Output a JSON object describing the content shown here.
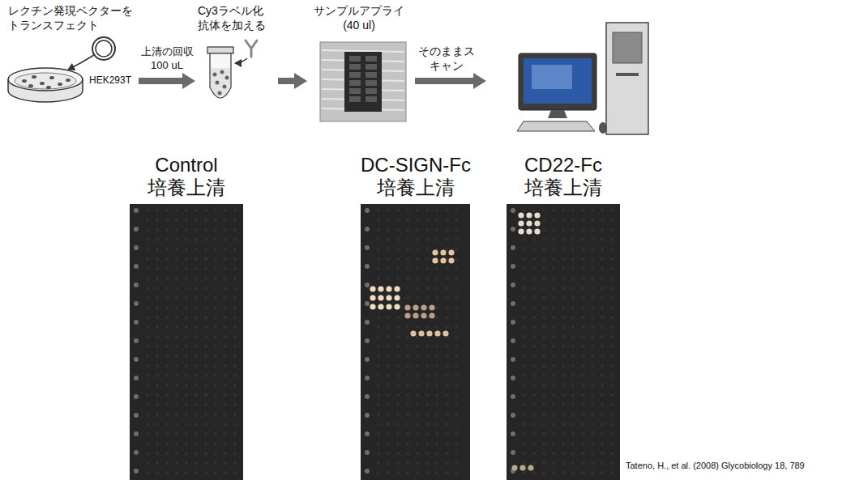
{
  "diagram": {
    "nodes": [
      {
        "text": [
          "レクチン発現ベクターを トランスフェクト",
          "HEK293T"
        ]
      },
      {
        "text": [
          "Cy3ラベル化 抗体を加える"
        ]
      },
      {
        "text": [
          "サンプルアプライ (40 ul)"
        ]
      },
      {
        "text": [
          "Control 培養上清"
        ]
      },
      {
        "text": [
          "DC-SIGN-Fc 培養上清"
        ]
      },
      {
        "text": [
          "CD22-Fc 培養上清"
        ]
      }
    ],
    "edges": [
      {
        "from": 0,
        "to": 1,
        "arrow": "to",
        "label": "上清の回収 100 uL"
      },
      {
        "from": 1,
        "to": 2,
        "arrow": "to"
      }
    ],
    "labels": [
      "そのままス キャン",
      "Tateno, H., et al. (2008) Glycobiology 18, 789"
    ]
  }
}
